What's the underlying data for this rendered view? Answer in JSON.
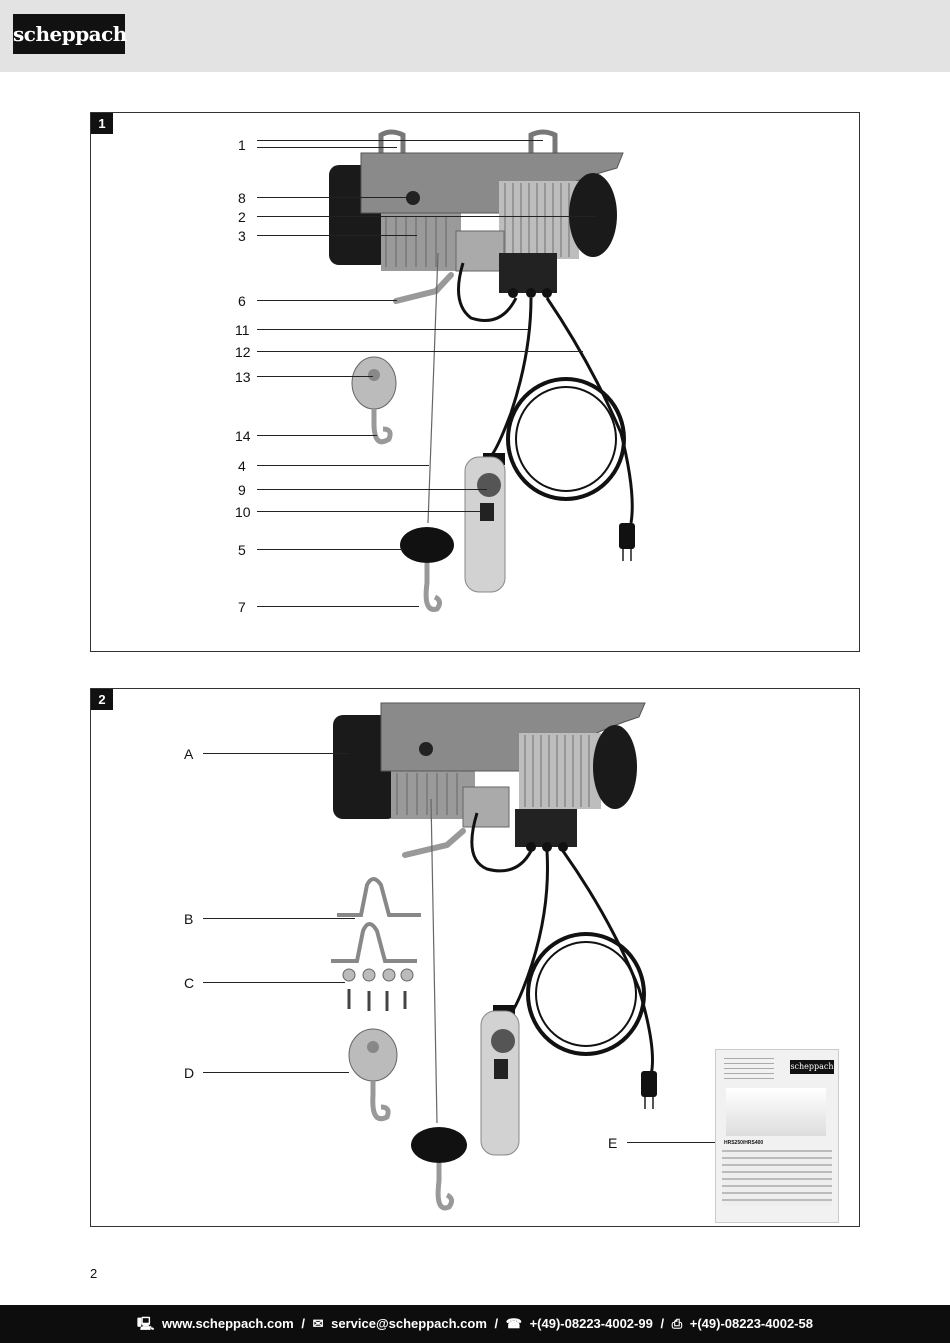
{
  "header": {
    "brand": "scheppach"
  },
  "figure1": {
    "number": "1",
    "labels": [
      "1",
      "8",
      "2",
      "3",
      "6",
      "11",
      "12",
      "13",
      "14",
      "4",
      "9",
      "10",
      "5",
      "7"
    ]
  },
  "figure2": {
    "number": "2",
    "labels": [
      "A",
      "B",
      "C",
      "D",
      "E"
    ],
    "manual_cover": {
      "model": "HRS250/HRS400"
    }
  },
  "page_number": "2",
  "footer": {
    "website": "www.scheppach.com",
    "email": "service@scheppach.com",
    "phone": "+(49)-08223-4002-99",
    "fax": "+(49)-08223-4002-58",
    "separator": "/"
  },
  "icons": [
    "computer-icon",
    "mail-icon",
    "phone-icon",
    "fax-icon"
  ]
}
